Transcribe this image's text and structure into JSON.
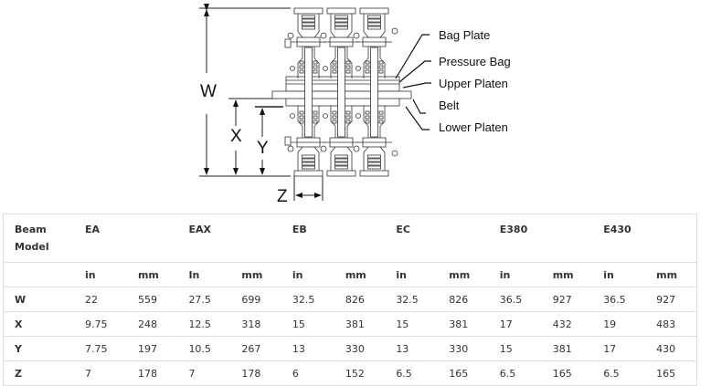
{
  "diagram": {
    "dimension_labels": {
      "w": "W",
      "x": "X",
      "y": "Y",
      "z": "Z"
    },
    "callouts": [
      {
        "id": "bag-plate",
        "label": "Bag Plate"
      },
      {
        "id": "pressure-bag",
        "label": "Pressure Bag"
      },
      {
        "id": "upper-platen",
        "label": "Upper Platen"
      },
      {
        "id": "belt",
        "label": "Belt"
      },
      {
        "id": "lower-platen",
        "label": "Lower Platen"
      }
    ]
  },
  "table": {
    "corner_label_line1": "Beam",
    "corner_label_line2": "Model",
    "models": [
      "EA",
      "EAX",
      "EB",
      "EC",
      "E380",
      "E430"
    ],
    "units": [
      "in",
      "mm",
      "In",
      "mm",
      "in",
      "mm",
      "in",
      "mm",
      "in",
      "mm",
      "in",
      "mm"
    ],
    "rows": [
      {
        "label": "W",
        "values": [
          "22",
          "559",
          "27.5",
          "699",
          "32.5",
          "826",
          "32.5",
          "826",
          "36.5",
          "927",
          "36.5",
          "927"
        ]
      },
      {
        "label": "X",
        "values": [
          "9.75",
          "248",
          "12.5",
          "318",
          "15",
          "381",
          "15",
          "381",
          "17",
          "432",
          "19",
          "483"
        ]
      },
      {
        "label": "Y",
        "values": [
          "7.75",
          "197",
          "10.5",
          "267",
          "13",
          "330",
          "13",
          "330",
          "15",
          "381",
          "17",
          "430"
        ]
      },
      {
        "label": "Z",
        "values": [
          "7",
          "178",
          "7",
          "178",
          "6",
          "152",
          "6.5",
          "165",
          "6.5",
          "165",
          "6.5",
          "165"
        ]
      }
    ]
  }
}
